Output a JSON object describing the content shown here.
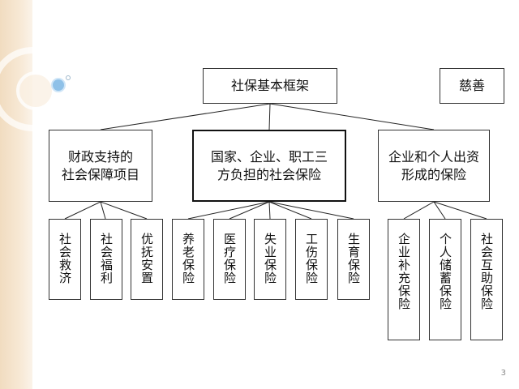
{
  "root": "社保基本框架",
  "charity": "慈善",
  "branches": [
    {
      "title": "财政支持的\n社会保障项目",
      "items": [
        "社会救济",
        "社会福利",
        "优抚安置"
      ]
    },
    {
      "title": "国家、企业、职工三\n方负担的社会保险",
      "items": [
        "养老保险",
        "医疗保险",
        "失业保险",
        "工伤保险",
        "生育保险"
      ]
    },
    {
      "title": "企业和个人出资\n形成的保险",
      "items": [
        "企业补充保险",
        "个人储蓄保险",
        "社会互助保险"
      ]
    }
  ],
  "page_number": "3"
}
